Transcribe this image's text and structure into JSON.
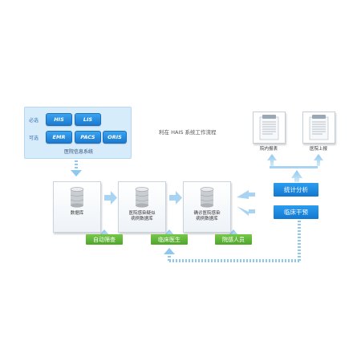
{
  "diagram": {
    "title": "利在 HAIS 系统工作流程",
    "source_systems": {
      "caption": "医院信息系统",
      "rows": [
        {
          "label": "必选",
          "items": [
            "HIS",
            "LIS"
          ]
        },
        {
          "label": "可选",
          "items": [
            "EMR",
            "PACS",
            "ORIS"
          ]
        }
      ]
    },
    "databases": [
      {
        "label": "数据库"
      },
      {
        "label": "医院感染疑似\n病例数据库"
      },
      {
        "label": "确诊医院感染\n病例数据库"
      }
    ],
    "reports": [
      {
        "label": "院内报表"
      },
      {
        "label": "医院上报"
      }
    ],
    "actions": {
      "analysis": "统计分析",
      "intervention": "临床干预"
    },
    "roles": [
      "自动筛查",
      "临床医生",
      "院感人员"
    ],
    "colors": {
      "arrow_blue": "#8fc8ef",
      "button_blue": "#1a86dd",
      "button_green": "#5cb335",
      "panel_bg": "#d7ecfb"
    }
  }
}
